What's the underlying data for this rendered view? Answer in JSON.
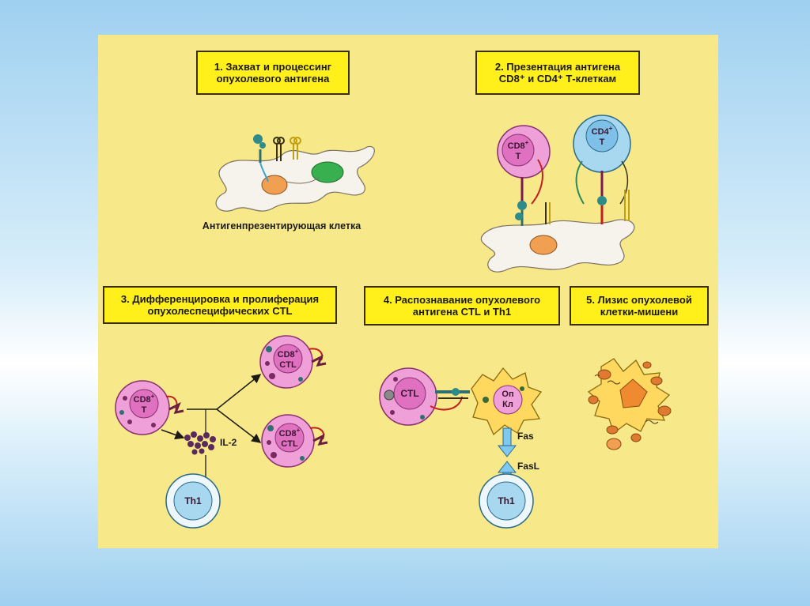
{
  "steps": [
    {
      "title": "1. Захват и процессинг\nопухолевого антигена"
    },
    {
      "title": "2. Презентация антигена\nCD8⁺ и CD4⁺ Т-клеткам"
    },
    {
      "title": "3. Дифференцировка и пролиферация\nопухолеспецифических CTL"
    },
    {
      "title": "4. Распознавание опухолевого\nантигена CTL и Th1"
    },
    {
      "title": "5. Лизис опухолевой\nклетки-мишени"
    }
  ],
  "labels": {
    "apc": "Антигенпрезентирующая клетка",
    "cd8": "CD8",
    "cd4": "CD4",
    "sup": "+",
    "t": "T",
    "ctl": "CTL",
    "il2": "IL-2",
    "th1": "Th1",
    "tumor_line1": "Оп",
    "tumor_line2": "Кл",
    "fas": "Fas",
    "fasl": "FasL"
  },
  "colors": {
    "background": "#f7e98a",
    "title_box": "#ffef1a",
    "apc": "#f6f3ec",
    "cd8_cell": "#f0a0d8",
    "cd4_cell": "#a8d8f0",
    "tumor_cell": "#ffd860",
    "nucleus_orange": "#f0a050",
    "nucleus_green": "#38b050"
  }
}
